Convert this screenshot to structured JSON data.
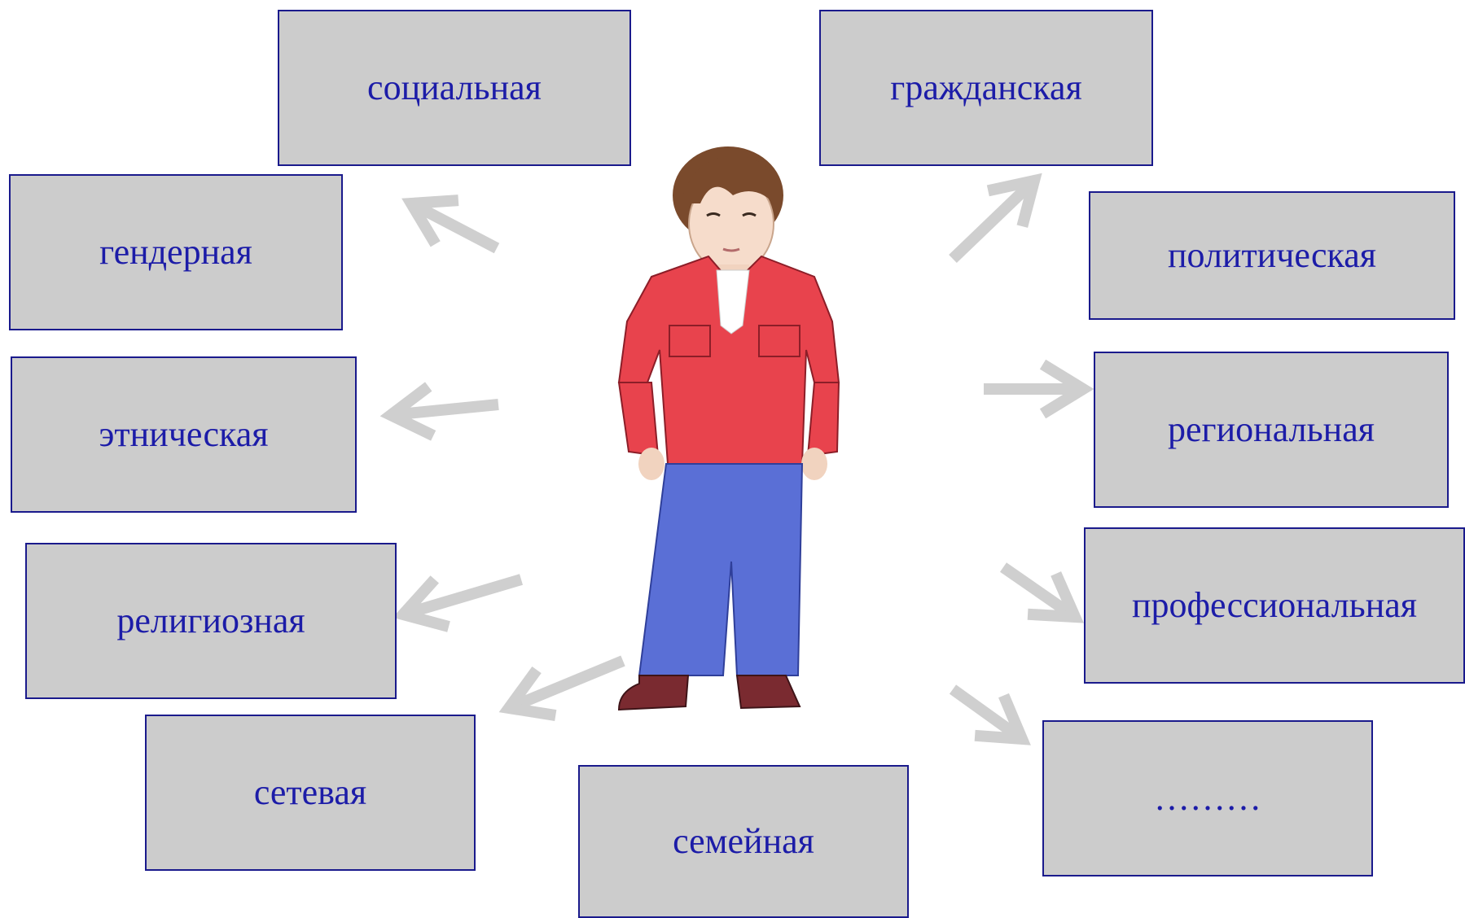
{
  "colors": {
    "box_fill": "#cccccc",
    "box_border": "#1a1a8c",
    "label": "#1c1ca8",
    "arrow": "#cfcfcf"
  },
  "boxes": [
    {
      "id": "social",
      "label": "социальная"
    },
    {
      "id": "civil",
      "label": "гражданская"
    },
    {
      "id": "gender",
      "label": "гендерная"
    },
    {
      "id": "political",
      "label": "политическая"
    },
    {
      "id": "ethnic",
      "label": "этническая"
    },
    {
      "id": "regional",
      "label": "региональная"
    },
    {
      "id": "religious",
      "label": "религиозная"
    },
    {
      "id": "professional",
      "label": "профессиональная"
    },
    {
      "id": "network",
      "label": "сетевая"
    },
    {
      "id": "more",
      "label": "………"
    },
    {
      "id": "family",
      "label": "семейная"
    }
  ],
  "figure": {
    "icon": "person-illustration"
  }
}
